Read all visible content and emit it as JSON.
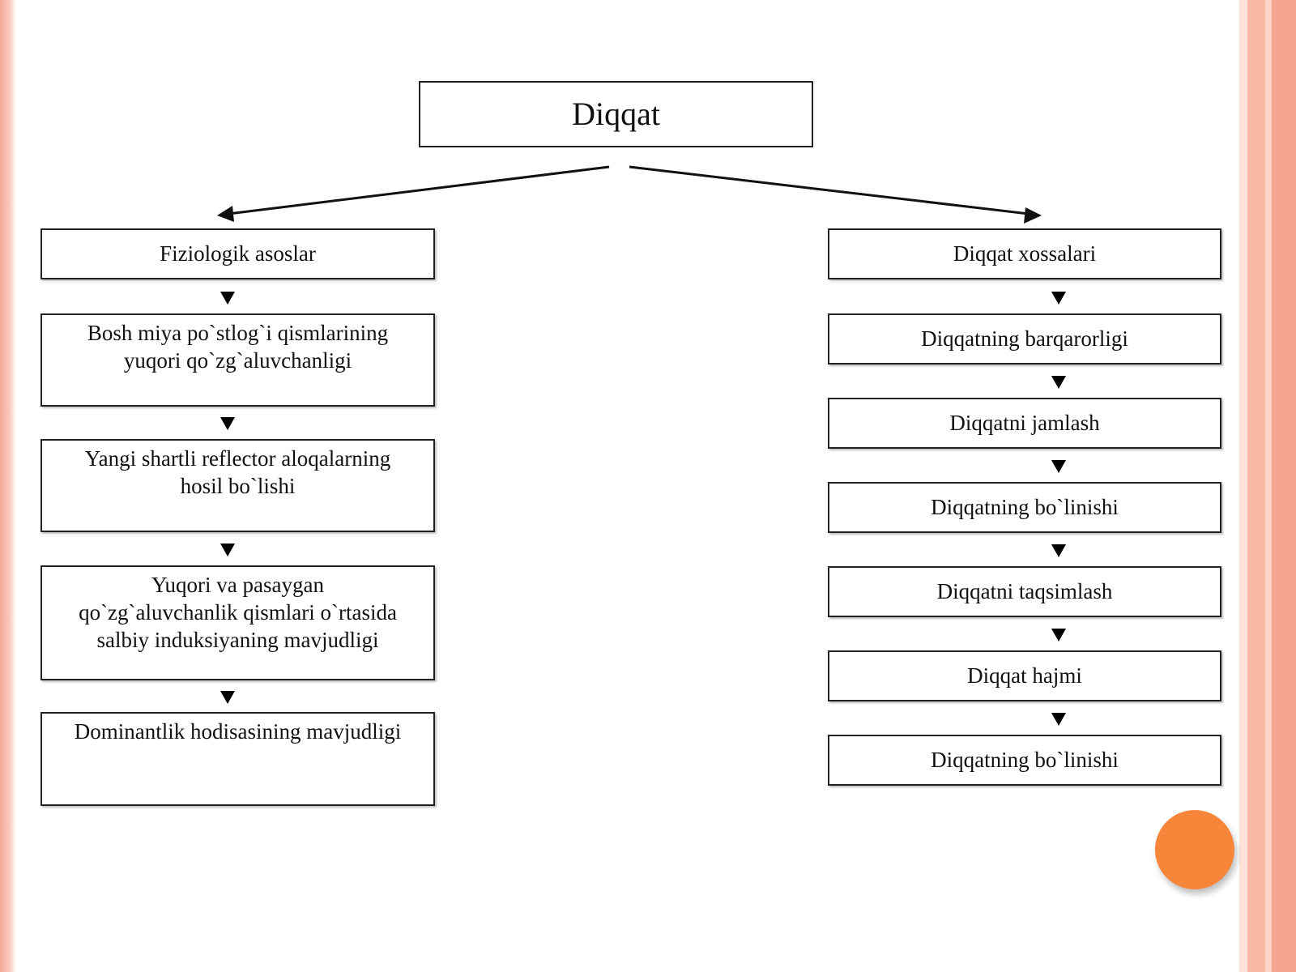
{
  "root": "Diqqat",
  "left": {
    "header": "Fiziologik asoslar",
    "items": [
      "Bosh miya po`stlog`i qismlarining\nyuqori qo`zg`aluvchanligi",
      "Yangi shartli reflector aloqalarning\nhosil bo`lishi",
      "Yuqori va pasaygan\nqo`zg`aluvchanlik qismlari o`rtasida\nsalbiy induksiyaning mavjudligi",
      "Dominantlik hodisasining mavjudligi"
    ]
  },
  "right": {
    "header": "Diqqat xossalari",
    "items": [
      "Diqqatning barqarorligi",
      "Diqqatni jamlash",
      "Diqqatning bo`linishi",
      "Diqqatni taqsimlash",
      "Diqqat hajmi",
      "Diqqatning bo`linishi"
    ]
  },
  "colors": {
    "accent_circle": "#f7863b",
    "stripe": "#f3a996",
    "stroke": "#222222"
  }
}
